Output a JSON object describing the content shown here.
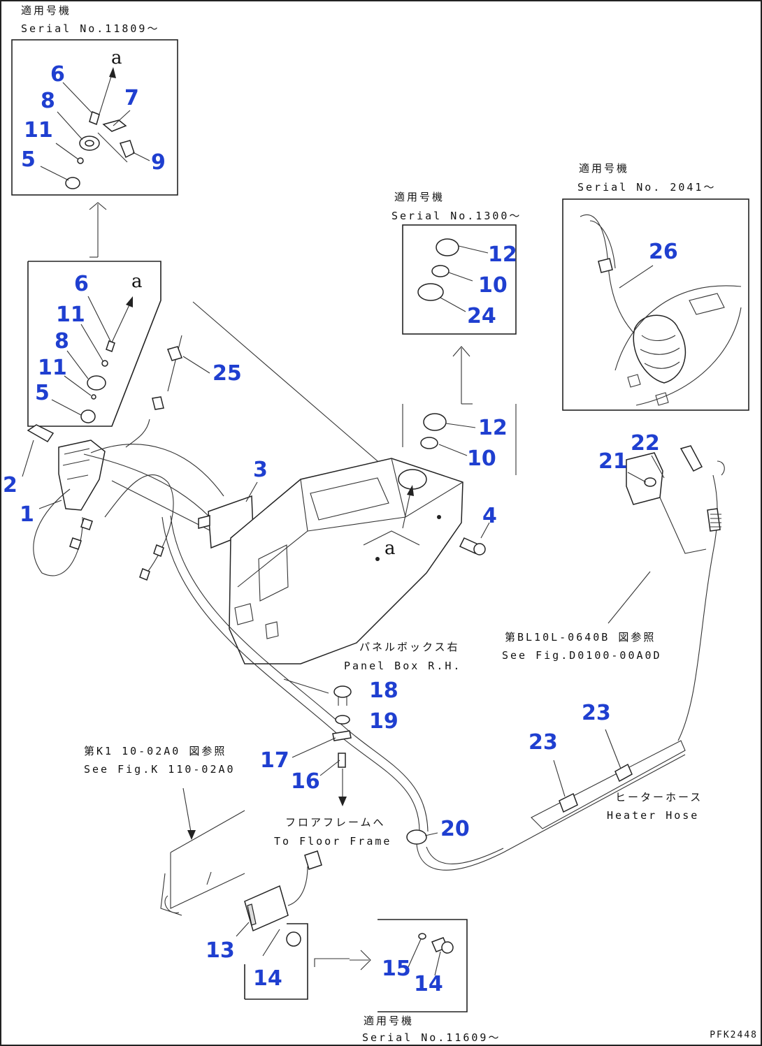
{
  "notes": {
    "serial_11809": {
      "jp": "適用号機",
      "en": "Serial No.11809～"
    },
    "serial_1300": {
      "jp": "適用号機",
      "en": "Serial No.1300～"
    },
    "serial_2041": {
      "jp": "適用号機",
      "en": "Serial No. 2041～"
    },
    "serial_11609": {
      "jp": "適用号機",
      "en": "Serial No.11609～"
    },
    "panel_box": {
      "jp": "パネルボックス右",
      "en": "Panel Box R.H."
    },
    "see_fig_d0100": {
      "jp": "第BL10L-0640B 図参照",
      "en": "See Fig.D0100-00A0D"
    },
    "see_fig_k": {
      "jp": "第K1 10-02A0 図参照",
      "en": "See Fig.K 110-02A0"
    },
    "floor_frame": {
      "jp": "フロアフレームへ",
      "en": "To Floor Frame"
    },
    "heater_hose": {
      "jp": "ヒーターホース",
      "en": "Heater Hose"
    }
  },
  "alpha_marks": [
    "a",
    "a",
    "a"
  ],
  "drawing_number": "PFK2448",
  "callouts": [
    "6",
    "8",
    "7",
    "11",
    "5",
    "9",
    "6",
    "11",
    "8",
    "11",
    "5",
    "25",
    "2",
    "1",
    "3",
    "4",
    "12",
    "10",
    "24",
    "12",
    "10",
    "26",
    "22",
    "21",
    "18",
    "19",
    "17",
    "16",
    "20",
    "23",
    "23",
    "13",
    "14",
    "15",
    "14"
  ]
}
